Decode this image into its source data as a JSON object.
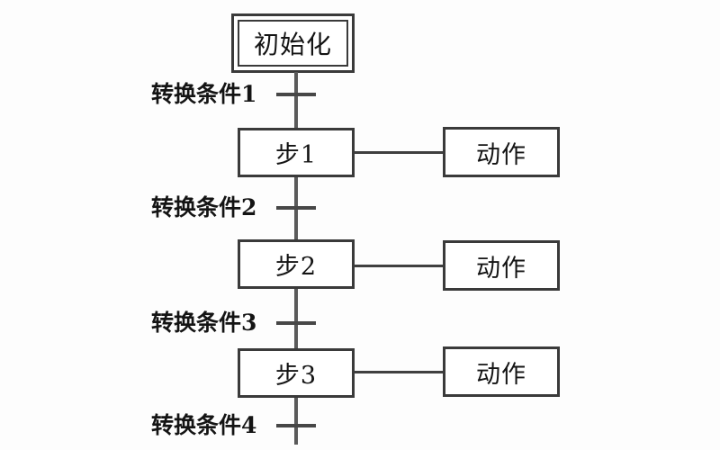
{
  "diagram": {
    "type": "sequential-function-chart",
    "init_step": {
      "label": "初始化"
    },
    "transitions": [
      {
        "label": "转换条件1"
      },
      {
        "label": "转换条件2"
      },
      {
        "label": "转换条件3"
      },
      {
        "label": "转换条件4"
      }
    ],
    "steps": [
      {
        "label": "步1",
        "action": "动作"
      },
      {
        "label": "步2",
        "action": "动作"
      },
      {
        "label": "步3",
        "action": "动作"
      }
    ],
    "colors": {
      "background": "#fdfdfd",
      "box_border": "#3a3a3a",
      "flow_line": "#5a5a5a",
      "text": "#141414"
    }
  }
}
